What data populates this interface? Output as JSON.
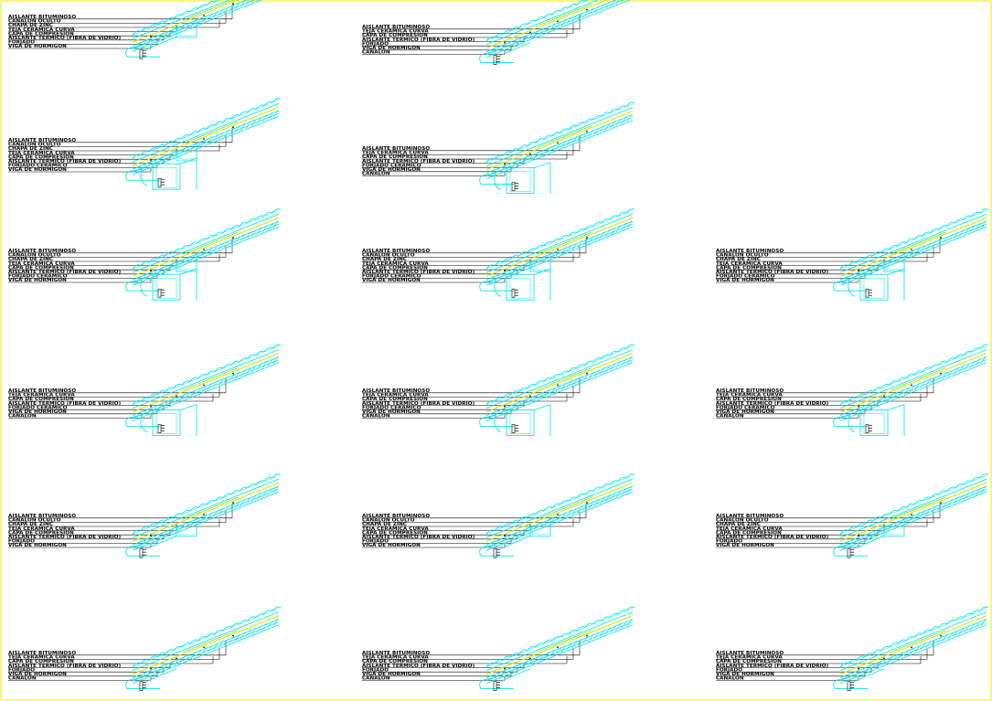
{
  "colors": {
    "background": "#ffffff",
    "frame": "#f2f25a",
    "linework_cyan": "#00e5ee",
    "insulation_yellow": "#d8e600",
    "text": "#000000"
  },
  "details": [
    {
      "variant": "a",
      "labels": [
        "AISLANTE BITUMINOSO",
        "CANALON OCULTO",
        "CHAPA DE ZINC",
        "TEJA CERAMICA CURVA",
        "CAPA DE COMPRESION",
        "AISLANTE TERMICO (FIBRA DE VIDRIO)",
        "FORJADO",
        "VIGA DE HORMIGON"
      ]
    },
    {
      "variant": "b",
      "labels": [
        "AISLANTE BITUMINOSO",
        "TEJA CERAMICA CURVA",
        "CAPA DE COMPRESION",
        "AISLANTE TERMICO (FIBRA DE VIDRIO)",
        "FORJADO",
        "VIGA DE HORMIGON",
        "CANALON"
      ]
    },
    {
      "variant": "c",
      "labels": [
        "AISLANTE BITUMINOSO",
        "CANALON OCULTO",
        "CHAPA DE ZINC",
        "TEJA CERAMICA CURVA",
        "CAPA DE COMPRESION",
        "AISLANTE TERMICO (FIBRA DE VIDRIO)",
        "FORJADO CERAMICO",
        "VIGA DE HORMIGON"
      ]
    },
    {
      "variant": "d",
      "labels": [
        "AISLANTE BITUMINOSO",
        "TEJA CERAMICA CURVA",
        "CAPA DE COMPRESION",
        "AISLANTE TERMICO (FIBRA DE VIDRIO)",
        "FORJADO CERAMICO",
        "VIGA DE HORMIGON",
        "CANALON"
      ]
    },
    {
      "variant": "c",
      "labels": [
        "AISLANTE BITUMINOSO",
        "CANALON OCULTO",
        "CHAPA DE ZINC",
        "TEJA CERAMICA CURVA",
        "CAPA DE COMPRESION",
        "AISLANTE TERMICO (FIBRA DE VIDRIO)",
        "FORJADO CERAMICO",
        "VIGA DE HORMIGON"
      ]
    },
    {
      "variant": "c",
      "labels": [
        "AISLANTE BITUMINOSO",
        "CANALON OCULTO",
        "CHAPA DE ZINC",
        "TEJA CERAMICA CURVA",
        "CAPA DE COMPRESION",
        "AISLANTE TERMICO (FIBRA DE VIDRIO)",
        "FORJADO CERAMICO",
        "VIGA DE HORMIGON"
      ]
    },
    {
      "variant": "c",
      "labels": [
        "AISLANTE BITUMINOSO",
        "CANALON OCULTO",
        "CHAPA DE ZINC",
        "TEJA CERAMICA CURVA",
        "CAPA DE COMPRESION",
        "AISLANTE TERMICO (FIBRA DE VIDRIO)",
        "FORJADO CERAMICO",
        "VIGA DE HORMIGON"
      ]
    },
    {
      "variant": "d",
      "labels": [
        "AISLANTE BITUMINOSO",
        "TEJA CERAMICA CURVA",
        "CAPA DE COMPRESION",
        "AISLANTE TERMICO (FIBRA DE VIDRIO)",
        "FORJADO CERAMICO",
        "VIGA DE HORMIGON",
        "CANALON"
      ]
    },
    {
      "variant": "d",
      "labels": [
        "AISLANTE BITUMINOSO",
        "TEJA CERAMICA CURVA",
        "CAPA DE COMPRESION",
        "AISLANTE TERMICO (FIBRA DE VIDRIO)",
        "FORJADO CERAMICO",
        "VIGA DE HORMIGON",
        "CANALON"
      ]
    },
    {
      "variant": "d",
      "labels": [
        "AISLANTE BITUMINOSO",
        "TEJA CERAMICA CURVA",
        "CAPA DE COMPRESION",
        "AISLANTE TERMICO (FIBRA DE VIDRIO)",
        "FORJADO CERAMICO",
        "VIGA DE HORMIGON",
        "CANALON"
      ]
    },
    {
      "variant": "a",
      "labels": [
        "AISLANTE BITUMINOSO",
        "CANALON OCULTO",
        "CHAPA DE ZINC",
        "TEJA CERAMICA CURVA",
        "CAPA DE COMPRESION",
        "AISLANTE TERMICO (FIBRA DE VIDRIO)",
        "FORJADO",
        "VIGA DE HORMIGON"
      ]
    },
    {
      "variant": "a",
      "labels": [
        "AISLANTE BITUMINOSO",
        "CANALON OCULTO",
        "CHAPA DE ZINC",
        "TEJA CERAMICA CURVA",
        "CAPA DE COMPRESION",
        "AISLANTE TERMICO (FIBRA DE VIDRIO)",
        "FORJADO",
        "VIGA DE HORMIGON"
      ]
    },
    {
      "variant": "a",
      "labels": [
        "AISLANTE BITUMINOSO",
        "CANALON OCULTO",
        "CHAPA DE ZINC",
        "TEJA CERAMICA CURVA",
        "CAPA DE COMPRESION",
        "AISLANTE TERMICO (FIBRA DE VIDRIO)",
        "FORJADO",
        "VIGA DE HORMIGON"
      ]
    },
    {
      "variant": "b",
      "labels": [
        "AISLANTE BITUMINOSO",
        "TEJA CERAMICA CURVA",
        "CAPA DE COMPRESION",
        "AISLANTE TERMICO (FIBRA DE VIDRIO)",
        "FORJADO",
        "VIGA DE HORMIGON",
        "CANALON"
      ]
    },
    {
      "variant": "b",
      "labels": [
        "AISLANTE BITUMINOSO",
        "TEJA CERAMICA CURVA",
        "CAPA DE COMPRESION",
        "AISLANTE TERMICO (FIBRA DE VIDRIO)",
        "FORJADO",
        "VIGA DE HORMIGON",
        "CANALON"
      ]
    },
    {
      "variant": "b",
      "labels": [
        "AISLANTE BITUMINOSO",
        "TEJA CERAMICA CURVA",
        "CAPA DE COMPRESION",
        "AISLANTE TERMICO (FIBRA DE VIDRIO)",
        "FORJADO",
        "VIGA DE HORMIGON",
        "CANALON"
      ]
    }
  ]
}
